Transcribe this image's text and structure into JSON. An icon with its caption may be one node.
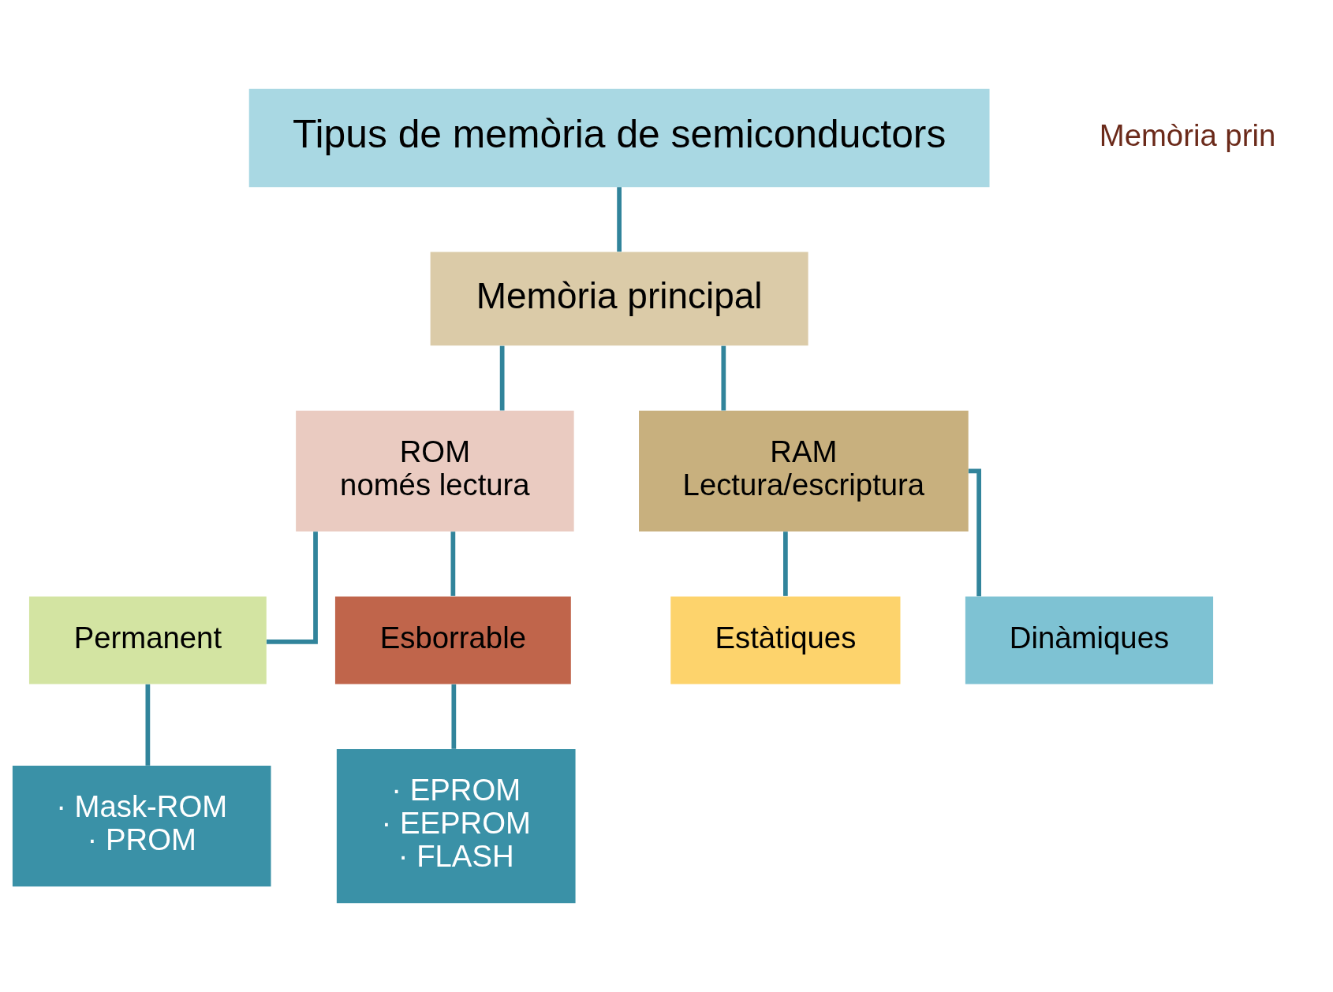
{
  "diagram": {
    "nodes": [
      {
        "text": [
          "Tipus de memòria de semiconductors"
        ]
      },
      {
        "text": [
          "Memòria principal"
        ]
      },
      {
        "text": [
          "ROM",
          "només lectura"
        ]
      },
      {
        "text": [
          "RAM",
          "Lectura/escriptura"
        ]
      },
      {
        "text": [
          "Permanent"
        ]
      },
      {
        "text": [
          "Esborrable"
        ]
      },
      {
        "text": [
          "· Mask-ROM",
          "· PROM"
        ]
      },
      {
        "text": [
          "· EPROM",
          "· EEPROM",
          "· FLASH"
        ]
      },
      {
        "text": [
          "Estàtiques"
        ]
      },
      {
        "text": [
          "Dinàmiques"
        ]
      }
    ],
    "edges": [
      {
        "from": 0,
        "to": 1,
        "arrow": "none"
      },
      {
        "from": 1,
        "to": 2,
        "arrow": "none"
      },
      {
        "from": 1,
        "to": 3,
        "arrow": "none"
      },
      {
        "from": 2,
        "to": 4,
        "arrow": "none"
      },
      {
        "from": 2,
        "to": 5,
        "arrow": "none"
      },
      {
        "from": 4,
        "to": 6,
        "arrow": "none"
      },
      {
        "from": 5,
        "to": 7,
        "arrow": "none"
      },
      {
        "from": 3,
        "to": 8,
        "arrow": "none"
      },
      {
        "from": 3,
        "to": 9,
        "arrow": "none"
      }
    ],
    "labels": [
      "Memòria prin"
    ]
  }
}
